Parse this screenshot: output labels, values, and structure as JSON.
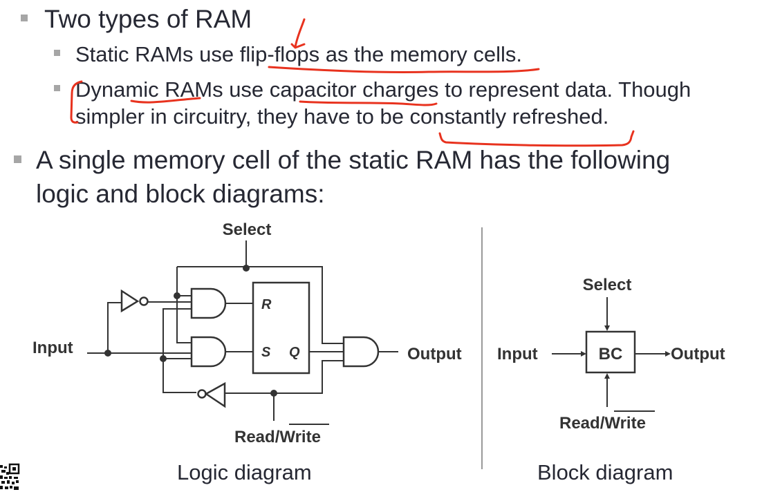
{
  "slide": {
    "bullets": [
      {
        "level": 1,
        "text": "Two types of RAM"
      },
      {
        "level": 2,
        "text": "Static RAMs use flip-flops as the memory cells."
      },
      {
        "level": 2,
        "line1": "Dynamic RAMs use capacitor charges to represent data. Though",
        "line2": "simpler in circuitry, they have to be constantly refreshed."
      },
      {
        "level": 1,
        "line1": "A single memory cell of the static RAM has the following",
        "line2": "logic and block diagrams:"
      }
    ],
    "logic_diagram": {
      "caption": "Logic diagram",
      "labels": {
        "select": "Select",
        "input": "Input",
        "output": "Output",
        "read": "Read/",
        "write": "Write",
        "r": "R",
        "s": "S",
        "q": "Q"
      }
    },
    "block_diagram": {
      "caption": "Block diagram",
      "labels": {
        "select": "Select",
        "input": "Input",
        "output": "Output",
        "block": "BC",
        "read": "Read/",
        "write": "Write"
      }
    },
    "annotation_color": "#e8321e",
    "qr_code": "qr-code"
  }
}
